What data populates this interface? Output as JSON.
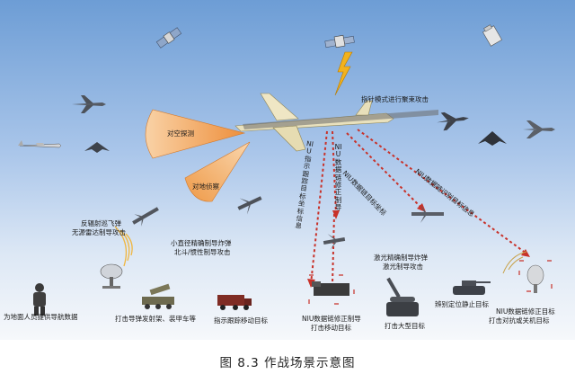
{
  "labels": {
    "air_detect": "对空探测",
    "ground_recon": "对地侦察",
    "pointing_mode": "指针模式进行聚束攻击",
    "anti_radiation": [
      "反辐射巡飞弹",
      "无源雷达制导攻击"
    ],
    "small_bomb": [
      "小直径精确制导炸弹",
      "北斗/惯性制导攻击"
    ],
    "laser_bomb": [
      "激光精确制导炸弹",
      "激光制导攻击"
    ],
    "nav_data": "为地面人员提供导航数据",
    "strike_launchers": "打击导弹发射架、装甲车等",
    "track_moving": "指示跟踪移动目标",
    "niu_strike_moving": [
      "NIU数据链修正制导",
      "打击移动目标"
    ],
    "strike_large": "打击大型目标",
    "identify_static": "辨别定位静止目标",
    "niu_strike_aa": [
      "NIU数据链修正目标",
      "打击对抗或关机目标"
    ],
    "niu_track_coords": "NIU指示跟踪目标坐标信息",
    "niu_correct_guide": "NIU数据链修正制导",
    "niu_coords": "NIU数据链目标坐标",
    "niu_identify": "NIU数据链识别目标信息"
  },
  "caption": "图 8.3  作战场景示意图",
  "colors": {
    "sky_top": "#6f9fd6",
    "sky_bottom": "#f4f7fb",
    "cone_orange": "#f3a35a",
    "link_red": "#c8322a",
    "lightning": "#f2b21d"
  },
  "icons": [
    "satellite-icon",
    "fighter-jet-icon",
    "drone-icon",
    "missile-icon",
    "radar-dish-icon",
    "soldier-icon",
    "tank-icon",
    "truck-icon",
    "building-icon"
  ]
}
